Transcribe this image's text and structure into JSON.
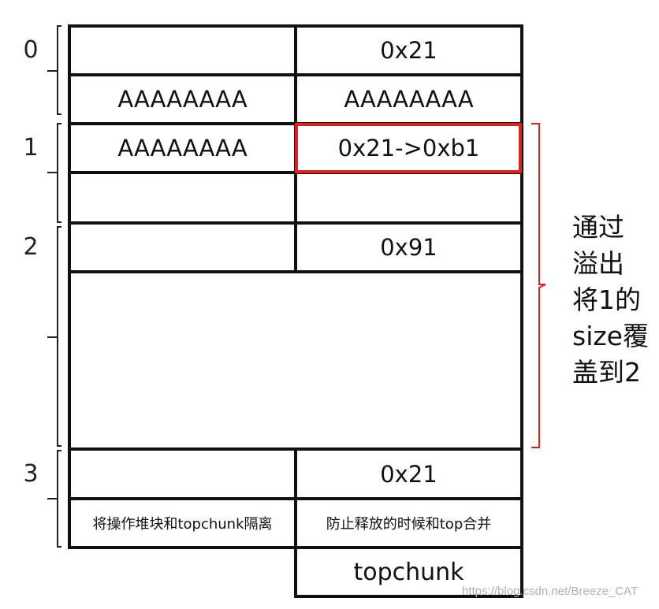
{
  "chunks": {
    "indices": [
      "0",
      "1",
      "2",
      "3"
    ],
    "c0_size": "0x21",
    "c0_fill_left": "AAAAAAAA",
    "c0_fill_right": "AAAAAAAA",
    "c1_fill_left": "AAAAAAAA",
    "c1_size": "0x21->0xb1",
    "c2_size": "0x91",
    "c3_size": "0x21",
    "note_left": "将操作堆块和topchunk隔离",
    "note_right": "防止释放的时候和top合并",
    "topchunk": "topchunk"
  },
  "annotation": {
    "lines": [
      "通过",
      "溢出",
      "将1的",
      "size覆",
      "盖到2"
    ]
  },
  "watermark": "https://blog.csdn.net/Breeze_CAT",
  "colors": {
    "line": "#111111",
    "highlight": "#e02020",
    "watermark": "#b0b0b0"
  }
}
